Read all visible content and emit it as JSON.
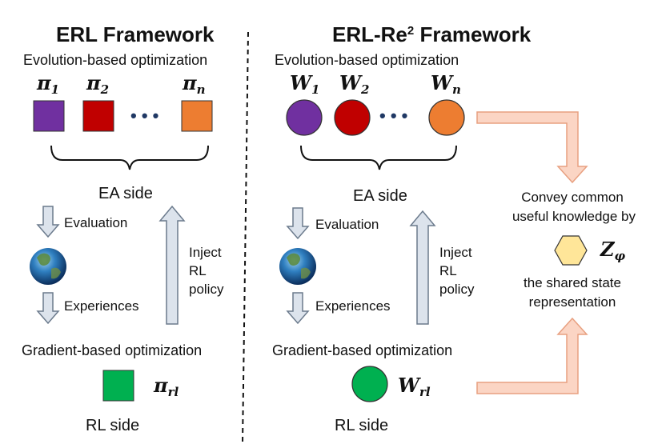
{
  "left": {
    "title": "ERL Framework",
    "evolution_label": "Evolution-based optimization",
    "policies": [
      {
        "symbol": "π",
        "sub": "1",
        "color": "#7030A0"
      },
      {
        "symbol": "π",
        "sub": "2",
        "color": "#C00000"
      },
      {
        "symbol": "π",
        "sub": "n",
        "color": "#ED7D31"
      }
    ],
    "dots": "• • •",
    "ea_side": "EA side",
    "evaluation": "Evaluation",
    "experiences": "Experiences",
    "inject": [
      "Inject",
      "RL",
      "policy"
    ],
    "gradient_label": "Gradient-based optimization",
    "rl_policy": {
      "symbol": "π",
      "sub": "rl",
      "color": "#00B050"
    },
    "rl_side": "RL side"
  },
  "right": {
    "title_main": "ERL-Re",
    "title_sup": "2",
    "title_tail": " Framework",
    "evolution_label": "Evolution-based optimization",
    "policies": [
      {
        "symbol": "W",
        "sub": "1",
        "color": "#7030A0"
      },
      {
        "symbol": "W",
        "sub": "2",
        "color": "#C00000"
      },
      {
        "symbol": "W",
        "sub": "n",
        "color": "#ED7D31"
      }
    ],
    "dots": "• • •",
    "ea_side": "EA side",
    "evaluation": "Evaluation",
    "experiences": "Experiences",
    "inject": [
      "Inject",
      "RL",
      "policy"
    ],
    "gradient_label": "Gradient-based optimization",
    "rl_policy": {
      "symbol": "W",
      "sub": "rl",
      "color": "#00B050"
    },
    "rl_side": "RL side"
  },
  "shared": {
    "convey_line1": "Convey common",
    "convey_line2": "useful knowledge by",
    "symbol": "Z",
    "sub": "φ",
    "hex_color": "#FFE699",
    "desc_line1": "the shared state",
    "desc_line2": "representation"
  },
  "colors": {
    "arrow_fill": "#FBD5C4",
    "arrow_stroke": "#E8A080",
    "grey_arrow_fill": "#DCE3EC",
    "grey_arrow_stroke": "#6B7A8C"
  }
}
